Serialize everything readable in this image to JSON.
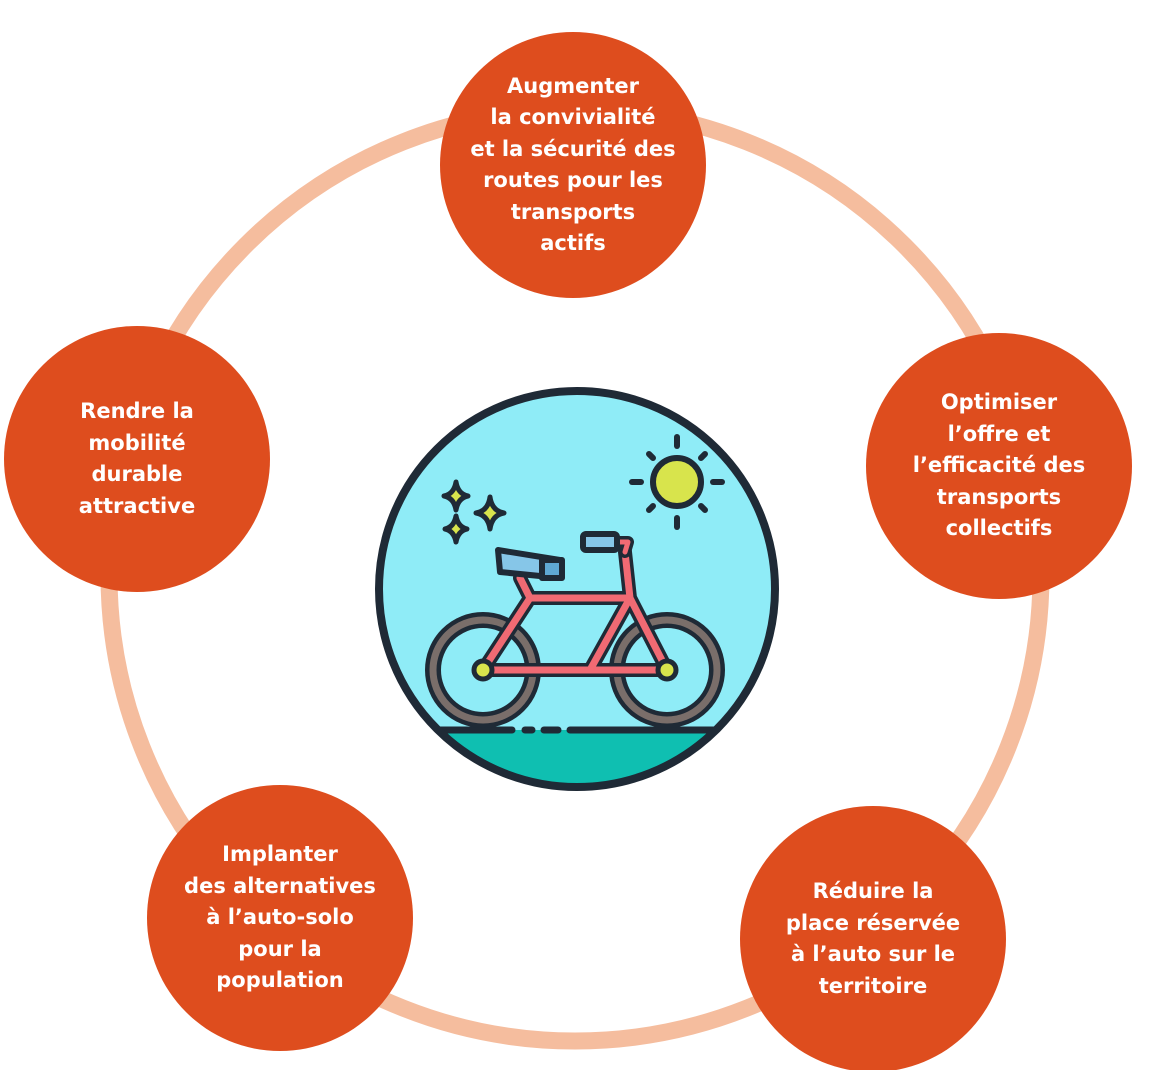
{
  "colors": {
    "ring": "#F5BD9E",
    "node_fill": "#DE4D1E",
    "node_text": "#FFFFFF",
    "sky": "#8FECF7",
    "ground": "#0FBFB1",
    "outline": "#1F2A36",
    "frame": "#F06A73",
    "seat": "#86C6E8",
    "hub": "#D8E44C",
    "tire": "#7A6E6A",
    "sun": "#D8E44C"
  },
  "nodes": [
    {
      "id": "top",
      "label": "Augmenter\nla convivialité\net la sécurité des\nroutes pour les\ntransports\nactifs"
    },
    {
      "id": "right",
      "label": "Optimiser\nl’offre et\nl’efficacité des\ntransports\ncollectifs"
    },
    {
      "id": "bottom-right",
      "label": "Réduire la\nplace réservée\nà l’auto sur le\nterritoire"
    },
    {
      "id": "bottom-left",
      "label": "Implanter\ndes alternatives\nà l’auto-solo\npour la\npopulation"
    },
    {
      "id": "left",
      "label": "Rendre la\nmobilité\ndurable\nattractive"
    }
  ],
  "center": {
    "icons": [
      "bicycle-icon",
      "sun-icon",
      "sparkle-icon"
    ]
  }
}
